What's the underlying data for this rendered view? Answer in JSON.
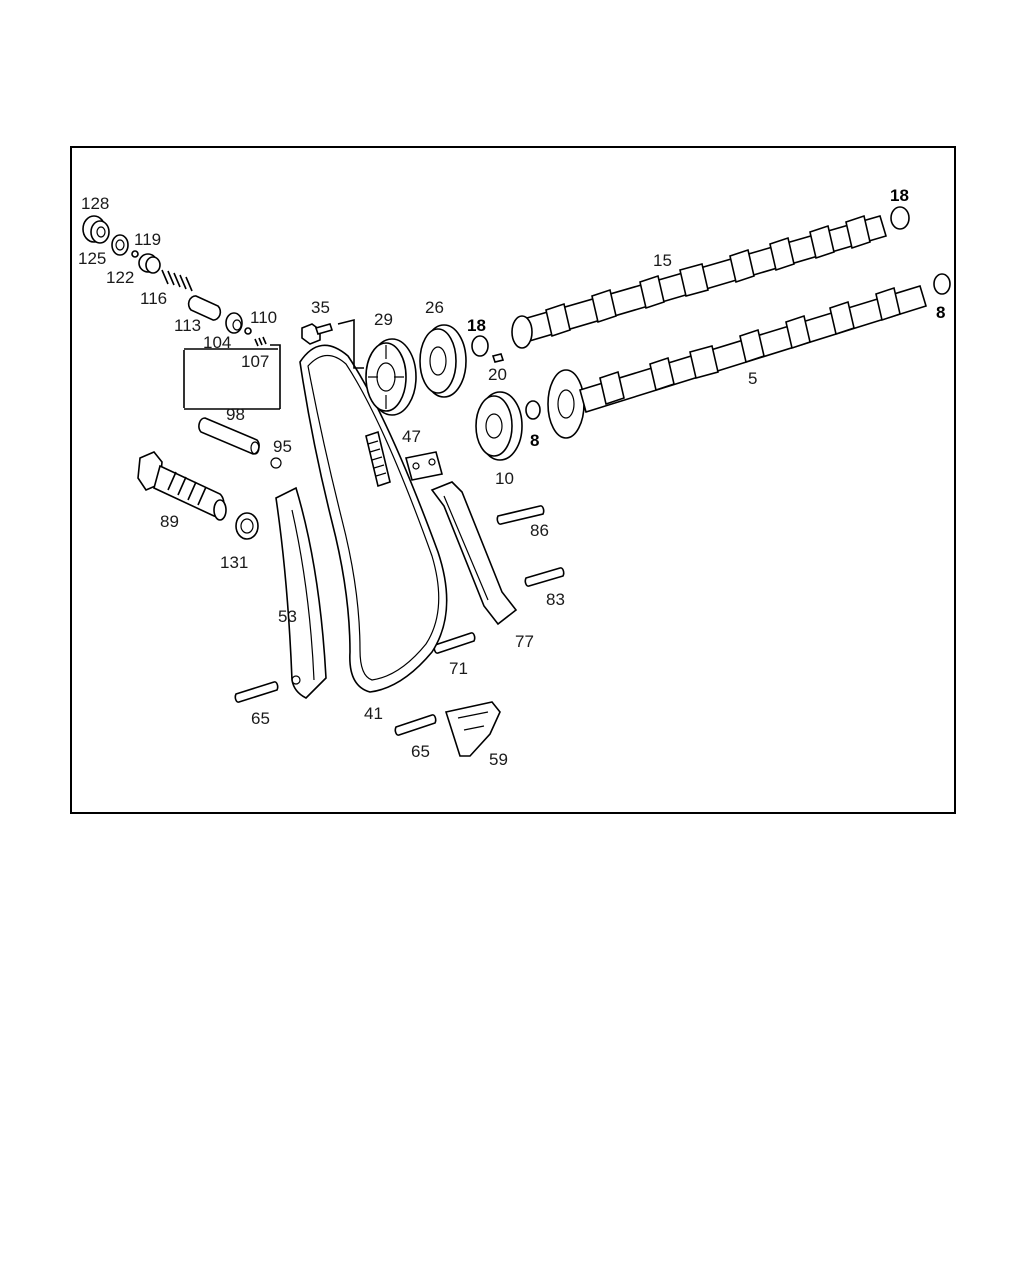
{
  "diagram": {
    "callouts": [
      {
        "id": "c128",
        "text": "128",
        "bold": false
      },
      {
        "id": "c125",
        "text": "125",
        "bold": false
      },
      {
        "id": "c119",
        "text": "119",
        "bold": false
      },
      {
        "id": "c122",
        "text": "122",
        "bold": false
      },
      {
        "id": "c116",
        "text": "116",
        "bold": false
      },
      {
        "id": "c113",
        "text": "113",
        "bold": false
      },
      {
        "id": "c104",
        "text": "104",
        "bold": false
      },
      {
        "id": "c110",
        "text": "110",
        "bold": false
      },
      {
        "id": "c107",
        "text": "107",
        "bold": false
      },
      {
        "id": "c35",
        "text": "35",
        "bold": false
      },
      {
        "id": "c29",
        "text": "29",
        "bold": false
      },
      {
        "id": "c26",
        "text": "26",
        "bold": false
      },
      {
        "id": "c18a",
        "text": "18",
        "bold": true
      },
      {
        "id": "c20",
        "text": "20",
        "bold": false
      },
      {
        "id": "c15",
        "text": "15",
        "bold": false
      },
      {
        "id": "c18b",
        "text": "18",
        "bold": true
      },
      {
        "id": "c8a",
        "text": "8",
        "bold": true
      },
      {
        "id": "c5",
        "text": "5",
        "bold": false
      },
      {
        "id": "c8b",
        "text": "8",
        "bold": true
      },
      {
        "id": "c10",
        "text": "10",
        "bold": false
      },
      {
        "id": "c98",
        "text": "98",
        "bold": false
      },
      {
        "id": "c95",
        "text": "95",
        "bold": false
      },
      {
        "id": "c47",
        "text": "47",
        "bold": false
      },
      {
        "id": "c89",
        "text": "89",
        "bold": false
      },
      {
        "id": "c131",
        "text": "131",
        "bold": false
      },
      {
        "id": "c86",
        "text": "86",
        "bold": false
      },
      {
        "id": "c53",
        "text": "53",
        "bold": false
      },
      {
        "id": "c83",
        "text": "83",
        "bold": false
      },
      {
        "id": "c77",
        "text": "77",
        "bold": false
      },
      {
        "id": "c71",
        "text": "71",
        "bold": false
      },
      {
        "id": "c65a",
        "text": "65",
        "bold": false
      },
      {
        "id": "c41",
        "text": "41",
        "bold": false
      },
      {
        "id": "c65b",
        "text": "65",
        "bold": false
      },
      {
        "id": "c59",
        "text": "59",
        "bold": false
      }
    ]
  }
}
